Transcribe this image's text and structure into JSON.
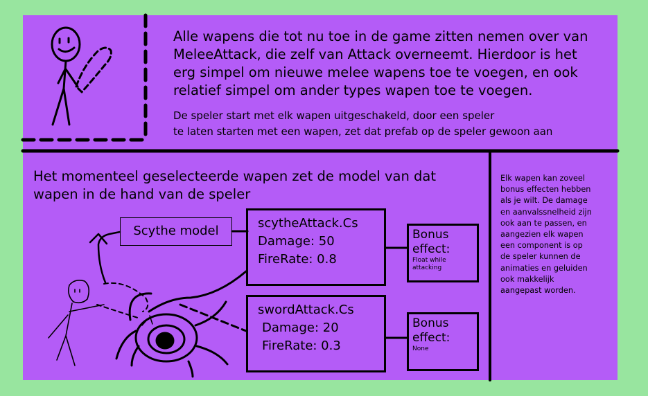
{
  "intro": {
    "lines": [
      "Alle wapens die tot nu toe in de game zitten nemen over van",
      "MeleeAttack, die zelf van Attack overneemt. Hierdoor is het",
      "erg simpel om nieuwe melee wapens toe te voegen, en ook",
      "relatief simpel om ander types wapen toe te voegen."
    ],
    "small_lines": [
      "De speler start met elk wapen uitgeschakeld,  door een speler",
      "te laten starten met een wapen, zet dat prefab op de speler gewoon aan"
    ]
  },
  "selected": {
    "lines": [
      "Het momenteel geselecteerde wapen zet de model van dat",
      "wapen in de hand van de speler"
    ]
  },
  "scythe_model_label": "Scythe model",
  "weapons": [
    {
      "class": "scytheAttack.Cs",
      "damage": "Damage: 50",
      "firerate": "FireRate: 0.8",
      "bonus_title1": "Bonus",
      "bonus_title2": "effect:",
      "bonus_value": "Float while attacking"
    },
    {
      "class": "swordAttack.Cs",
      "damage": "Damage: 20",
      "firerate": "FireRate: 0.3",
      "bonus_title1": "Bonus",
      "bonus_title2": "effect:",
      "bonus_value": "None"
    }
  ],
  "side_note": {
    "lines": [
      "Elk wapen kan zoveel",
      "bonus effecten hebben",
      "als je wilt. De damage",
      "en aanvalssnelheid zijn",
      "ook aan te passen, en",
      "aangezien elk wapen",
      "een component is op",
      "de speler kunnen de",
      "animaties en geluiden",
      "ook makkelijk",
      "aangepast worden."
    ]
  },
  "colors": {
    "background": "#98e59f",
    "panel": "#b45cf7",
    "ink": "#000000"
  }
}
